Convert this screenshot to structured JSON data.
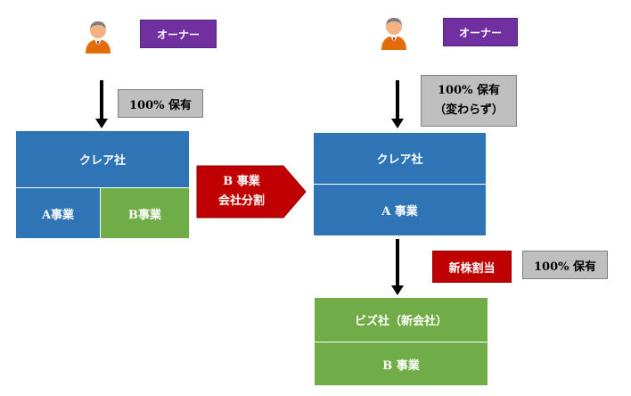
{
  "left": {
    "owner_label": "オーナー",
    "share_label": "100% 保有",
    "company": "クレア社",
    "division_a": "A事業",
    "division_b": "B事業"
  },
  "process_arrow": {
    "line1": "B 事業",
    "line2": "会社分割"
  },
  "right": {
    "owner_label": "オーナー",
    "share_line1": "100% 保有",
    "share_line2": "（変わらず）",
    "company": "クレア社",
    "division_a": "A 事業",
    "allotment_label": "新株割当",
    "new_share_label": "100% 保有",
    "new_company": "ビズ社（新会社）",
    "new_division": "B 事業"
  },
  "colors": {
    "blue": "#2e75b6",
    "green": "#70ad47",
    "purple": "#7030a0",
    "red": "#c00000",
    "gray": "#bfbfbf"
  }
}
